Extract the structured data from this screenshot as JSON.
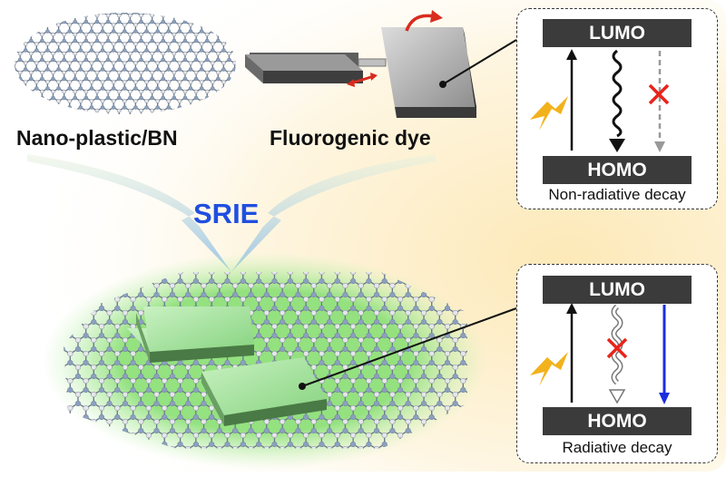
{
  "labels": {
    "nano_plastic": "Nano-plastic/BN",
    "fluorogenic_dye": "Fluorogenic dye",
    "process": "SRIE"
  },
  "panels": {
    "top": {
      "lumo": "LUMO",
      "homo": "HOMO",
      "caption": "Non-radiative decay"
    },
    "bottom": {
      "lumo": "LUMO",
      "homo": "HOMO",
      "caption": "Radiative decay"
    }
  },
  "colors": {
    "background_glow": "#fdf0cf",
    "lattice_boron": "#8aa0c0",
    "lattice_nitrogen": "#e6e6ea",
    "dye_gray": "#9c9c9c",
    "dye_green": "#a6e3a0",
    "glow_green": "#8ee07a",
    "process_text": "#1f4fe0",
    "cross_red": "#e8231b",
    "radiative_blue": "#1a2ee0",
    "lightning_yellow": "#f2b21b",
    "rotation_red": "#d92b1e"
  }
}
